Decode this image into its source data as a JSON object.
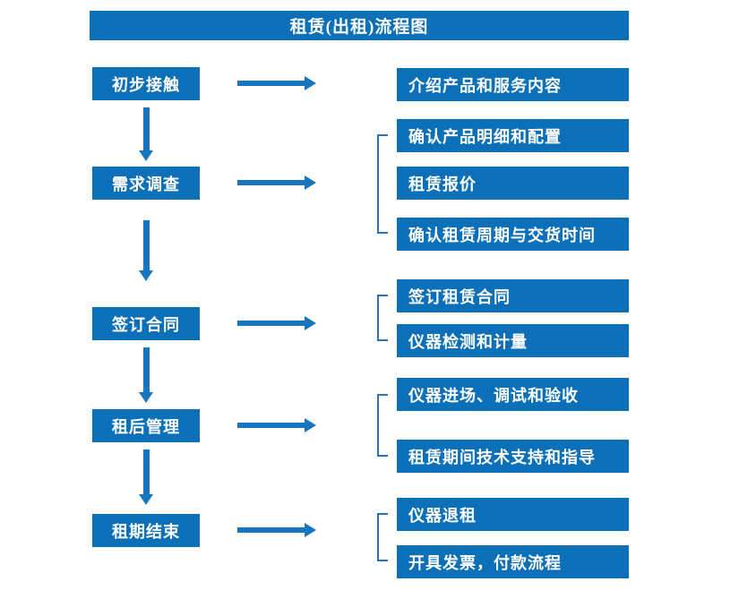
{
  "title": "租赁(出租)流程图",
  "colors": {
    "box_blue": "#0C70B8",
    "arrow_blue": "#1776BE",
    "bracket_blue": "#2E74B5",
    "text": "#FFFFFF",
    "background": "#FFFFFF"
  },
  "stages": [
    {
      "label": "初步接触",
      "outputs": [
        "介绍产品和服务内容"
      ]
    },
    {
      "label": "需求调查",
      "outputs": [
        "确认产品明细和配置",
        "租赁报价",
        "确认租赁周期与交货时间"
      ]
    },
    {
      "label": "签订合同",
      "outputs": [
        "签订租赁合同",
        "仪器检测和计量"
      ]
    },
    {
      "label": "租后管理",
      "outputs": [
        "仪器进场、调试和验收",
        "租赁期间技术支持和指导"
      ]
    },
    {
      "label": "租期结束",
      "outputs": [
        "仪器退租",
        "开具发票，付款流程"
      ]
    }
  ]
}
